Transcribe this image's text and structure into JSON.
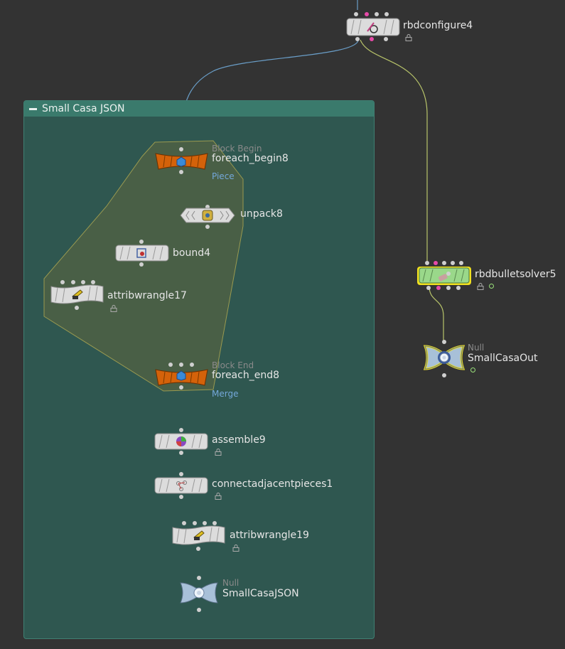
{
  "network_box": {
    "title": "Small Casa JSON"
  },
  "nodes": {
    "rbdconfigure": {
      "name": "rbdconfigure4"
    },
    "foreach_begin": {
      "type": "Block Begin",
      "name": "foreach_begin8",
      "mode": "Piece"
    },
    "unpack": {
      "name": "unpack8"
    },
    "bound": {
      "name": "bound4"
    },
    "attribwrangle17": {
      "name": "attribwrangle17"
    },
    "foreach_end": {
      "type": "Block End",
      "name": "foreach_end8",
      "mode": "Merge"
    },
    "assemble": {
      "name": "assemble9"
    },
    "connect": {
      "name": "connectadjacentpieces1"
    },
    "attribwrangle19": {
      "name": "attribwrangle19"
    },
    "null_json": {
      "type": "Null",
      "name": "SmallCasaJSON"
    },
    "solver": {
      "name": "rbdbulletsolver5"
    },
    "null_out": {
      "type": "Null",
      "name": "SmallCasaOut"
    }
  },
  "colors": {
    "background": "#333333",
    "netbox": "#2f5750",
    "netbox_header": "#3a7a6c",
    "foreach_node": "#d4620a",
    "solver_node": "#9ad88a",
    "wire_blue": "#6a9ec8",
    "wire_yellow": "#b8c46a",
    "selection": "#f0e020"
  }
}
